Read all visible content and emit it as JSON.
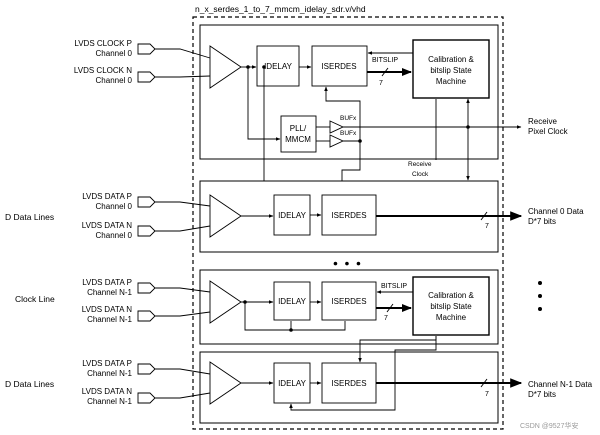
{
  "title": "n_x_serdes_1_to_7_mmcm_idelay_sdr.v/vhd",
  "watermark": "CSDN @9527华安",
  "ellipsis": "● ● ●",
  "groups": {
    "d_data_lines_top": "D Data Lines",
    "clock_line": "Clock Line",
    "d_data_lines_bottom": "D Data Lines"
  },
  "clock_section": {
    "input_p": [
      "LVDS CLOCK P",
      "Channel 0"
    ],
    "input_n": [
      "LVDS CLOCK N",
      "Channel 0"
    ],
    "idelay": "IDELAY",
    "iserdes": "ISERDES",
    "bitslip": "BITSLIP",
    "bus_width": "7",
    "calibration": [
      "Calibration &",
      "bitslip State",
      "Machine"
    ],
    "pll": [
      "PLL/",
      "MMCM"
    ],
    "bufx_1": "BUFx",
    "bufx_2": "BUFx",
    "receive_clock": [
      "Receive",
      "Clock"
    ],
    "receive_pixel_clock": [
      "Receive",
      "Pixel Clock"
    ]
  },
  "data_channel_0": {
    "input_p": [
      "LVDS DATA P",
      "Channel 0"
    ],
    "input_n": [
      "LVDS DATA N",
      "Channel 0"
    ],
    "idelay": "IDELAY",
    "iserdes": "ISERDES",
    "bus_width": "7",
    "output": [
      "Channel 0 Data",
      "D*7 bits"
    ]
  },
  "clock_channel_n1": {
    "input_p": [
      "LVDS DATA P",
      "Channel N-1"
    ],
    "input_n": [
      "LVDS DATA N",
      "Channel N-1"
    ],
    "idelay": "IDELAY",
    "iserdes": "ISERDES",
    "bitslip": "BITSLIP",
    "bus_width": "7",
    "calibration": [
      "Calibration &",
      "bitslip State",
      "Machine"
    ]
  },
  "data_channel_n1": {
    "input_p": [
      "LVDS DATA P",
      "Channel N-1"
    ],
    "input_n": [
      "LVDS DATA N",
      "Channel N-1"
    ],
    "idelay": "IDELAY",
    "iserdes": "ISERDES",
    "bus_width": "7",
    "output": [
      "Channel N-1 Data",
      "D*7 bits"
    ]
  }
}
